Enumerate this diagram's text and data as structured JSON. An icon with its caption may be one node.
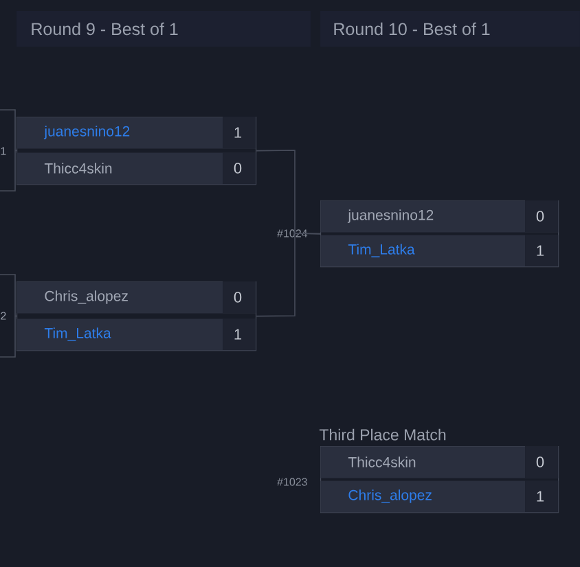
{
  "diagram": {
    "nodes": [
      {
        "text": [],
        "shape": "box"
      },
      {
        "text": [
          "juanesnino12",
          "1"
        ],
        "in": 0
      },
      {
        "text": [
          "Thicc4skin",
          "0"
        ],
        "in": 0
      },
      {
        "text": [],
        "shape": "box"
      },
      {
        "text": [
          "Chris_alopez",
          "0"
        ],
        "in": 3
      },
      {
        "text": [
          "Tim_Latka",
          "1"
        ],
        "in": 3
      },
      {
        "text": [],
        "shape": "box",
        "beside": [
          "#1024"
        ]
      },
      {
        "text": [
          "juanesnino12",
          "0"
        ],
        "in": 6
      },
      {
        "text": [
          "Tim_Latka",
          "1"
        ],
        "in": 6
      },
      {
        "text": [
          "Third Place Match"
        ],
        "beside": [
          "#1023"
        ]
      },
      {
        "text": [
          "Thicc4skin",
          "0"
        ],
        "in": 9
      },
      {
        "text": [
          "Chris_alopez",
          "1"
        ],
        "in": 9
      }
    ],
    "edges": [
      {
        "from": null,
        "to": 0,
        "arrow": "none"
      },
      {
        "from": null,
        "to": 3,
        "arrow": "none"
      },
      {
        "from": 0,
        "to": 6,
        "arrow": "none"
      },
      {
        "from": 3,
        "to": 6,
        "arrow": "none"
      }
    ],
    "labels": [
      "Round 9 - Best of 1",
      "Round 10 - Best of 1",
      "1",
      "2"
    ]
  }
}
